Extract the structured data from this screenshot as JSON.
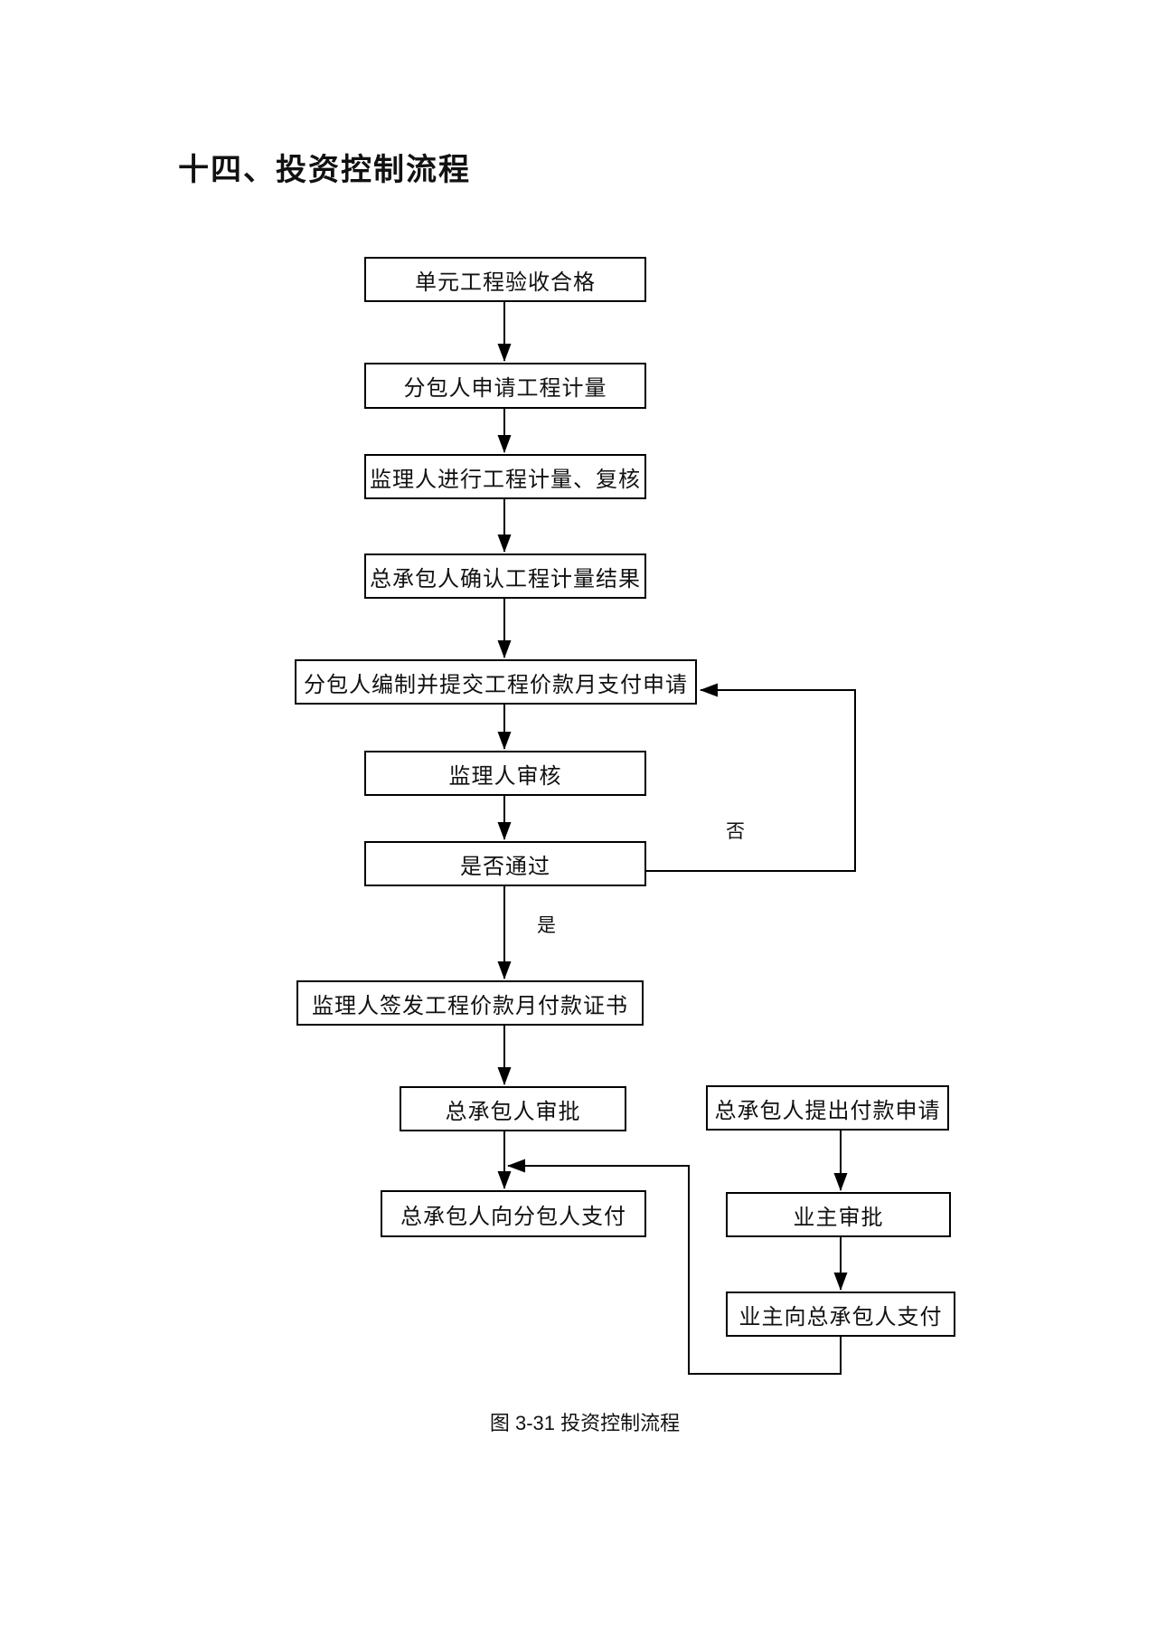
{
  "page": {
    "title": "十四、投资控制流程",
    "caption": "图 3-31 投资控制流程"
  },
  "flowchart": {
    "nodes": [
      {
        "id": "n1",
        "label": "单元工程验收合格"
      },
      {
        "id": "n2",
        "label": "分包人申请工程计量"
      },
      {
        "id": "n3",
        "label": "监理人进行工程计量、复核"
      },
      {
        "id": "n4",
        "label": "总承包人确认工程计量结果"
      },
      {
        "id": "n5",
        "label": "分包人编制并提交工程价款月支付申请"
      },
      {
        "id": "n6",
        "label": "监理人审核"
      },
      {
        "id": "n7",
        "label": "是否通过"
      },
      {
        "id": "n8",
        "label": "监理人签发工程价款月付款证书"
      },
      {
        "id": "n9",
        "label": "总承包人审批"
      },
      {
        "id": "n10",
        "label": "总承包人向分包人支付"
      },
      {
        "id": "r1",
        "label": "总承包人提出付款申请"
      },
      {
        "id": "r2",
        "label": "业主审批"
      },
      {
        "id": "r3",
        "label": "业主向总承包人支付"
      }
    ],
    "edge_labels": {
      "yes": "是",
      "no": "否"
    },
    "edges": [
      {
        "from": "单元工程验收合格",
        "to": "分包人申请工程计量"
      },
      {
        "from": "分包人申请工程计量",
        "to": "监理人进行工程计量、复核"
      },
      {
        "from": "监理人进行工程计量、复核",
        "to": "总承包人确认工程计量结果"
      },
      {
        "from": "总承包人确认工程计量结果",
        "to": "分包人编制并提交工程价款月支付申请"
      },
      {
        "from": "分包人编制并提交工程价款月支付申请",
        "to": "监理人审核"
      },
      {
        "from": "监理人审核",
        "to": "是否通过"
      },
      {
        "from": "是否通过",
        "to": "监理人签发工程价款月付款证书",
        "label": "是"
      },
      {
        "from": "是否通过",
        "to": "分包人编制并提交工程价款月支付申请",
        "label": "否"
      },
      {
        "from": "监理人签发工程价款月付款证书",
        "to": "总承包人审批"
      },
      {
        "from": "总承包人审批",
        "to": "总承包人向分包人支付"
      },
      {
        "from": "总承包人提出付款申请",
        "to": "业主审批"
      },
      {
        "from": "业主审批",
        "to": "业主向总承包人支付"
      },
      {
        "from": "业主向总承包人支付",
        "to": "总承包人向分包人支付"
      }
    ],
    "colors": {
      "line": "#000000",
      "box_fill": "#ffffff",
      "text": "#111111",
      "background": "#ffffff"
    }
  }
}
